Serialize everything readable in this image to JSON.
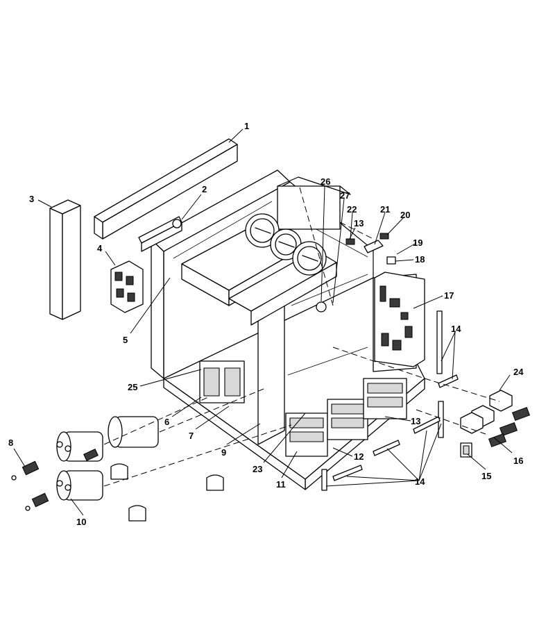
{
  "callouts": [
    {
      "label": "1"
    },
    {
      "label": "2"
    },
    {
      "label": "3"
    },
    {
      "label": "4"
    },
    {
      "label": "5"
    },
    {
      "label": "6"
    },
    {
      "label": "7"
    },
    {
      "label": "8"
    },
    {
      "label": "9"
    },
    {
      "label": "10"
    },
    {
      "label": "11"
    },
    {
      "label": "12"
    },
    {
      "label": "13"
    },
    {
      "label": "13"
    },
    {
      "label": "14"
    },
    {
      "label": "14"
    },
    {
      "label": "15"
    },
    {
      "label": "16"
    },
    {
      "label": "17"
    },
    {
      "label": "18"
    },
    {
      "label": "19"
    },
    {
      "label": "20"
    },
    {
      "label": "21"
    },
    {
      "label": "22"
    },
    {
      "label": "23"
    },
    {
      "label": "24"
    },
    {
      "label": "25"
    },
    {
      "label": "26"
    },
    {
      "label": "27"
    }
  ]
}
